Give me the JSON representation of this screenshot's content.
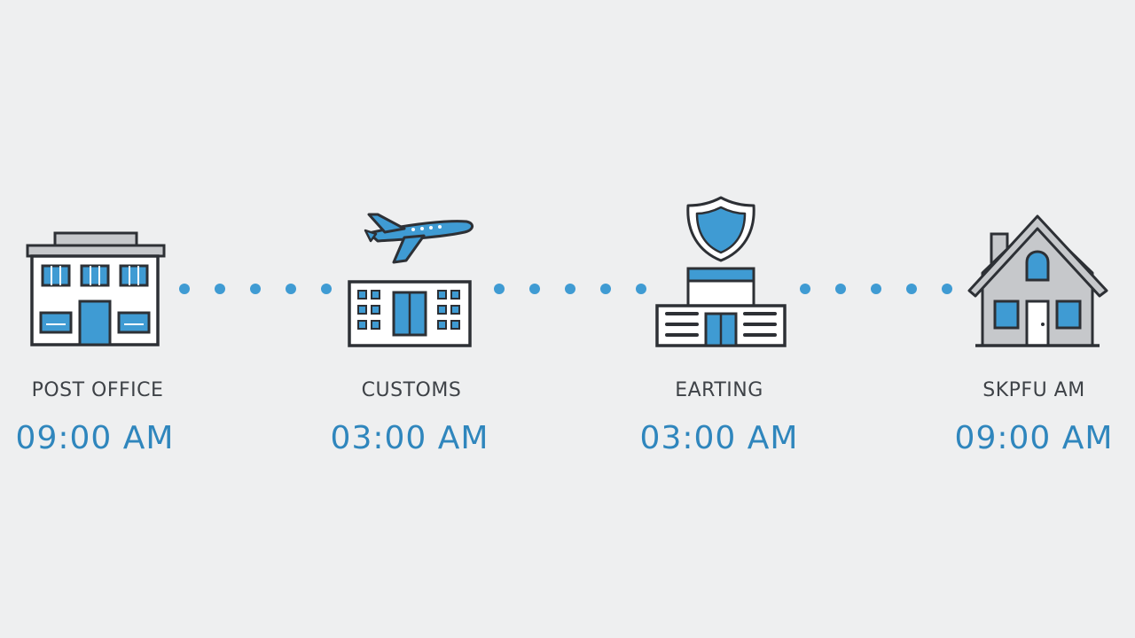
{
  "colors": {
    "background": "#eeeff0",
    "accent": "#3f9bd3",
    "outline": "#2d3035",
    "label_text": "#3e4247",
    "time_text": "#2f86bd",
    "roof_gray": "#c6c8cb"
  },
  "stages": [
    {
      "label": "POST OFFICE",
      "time": "09:00 AM",
      "icon": "post-office-building-icon"
    },
    {
      "label": "CUSTOMS",
      "time": "03:00 AM",
      "icon": "customs-building-with-airplane-icon"
    },
    {
      "label": "EARTING",
      "time": "03:00 AM",
      "icon": "sorting-facility-with-shield-icon"
    },
    {
      "label": "SKPFU AM",
      "time": "09:00 AM",
      "icon": "house-icon"
    }
  ],
  "connectors": [
    {
      "from": "POST OFFICE",
      "to": "CUSTOMS",
      "dot_count": 5
    },
    {
      "from": "CUSTOMS",
      "to": "EARTING",
      "dot_count": 5
    },
    {
      "from": "EARTING",
      "to": "SKPFU AM",
      "dot_count": 5
    }
  ]
}
